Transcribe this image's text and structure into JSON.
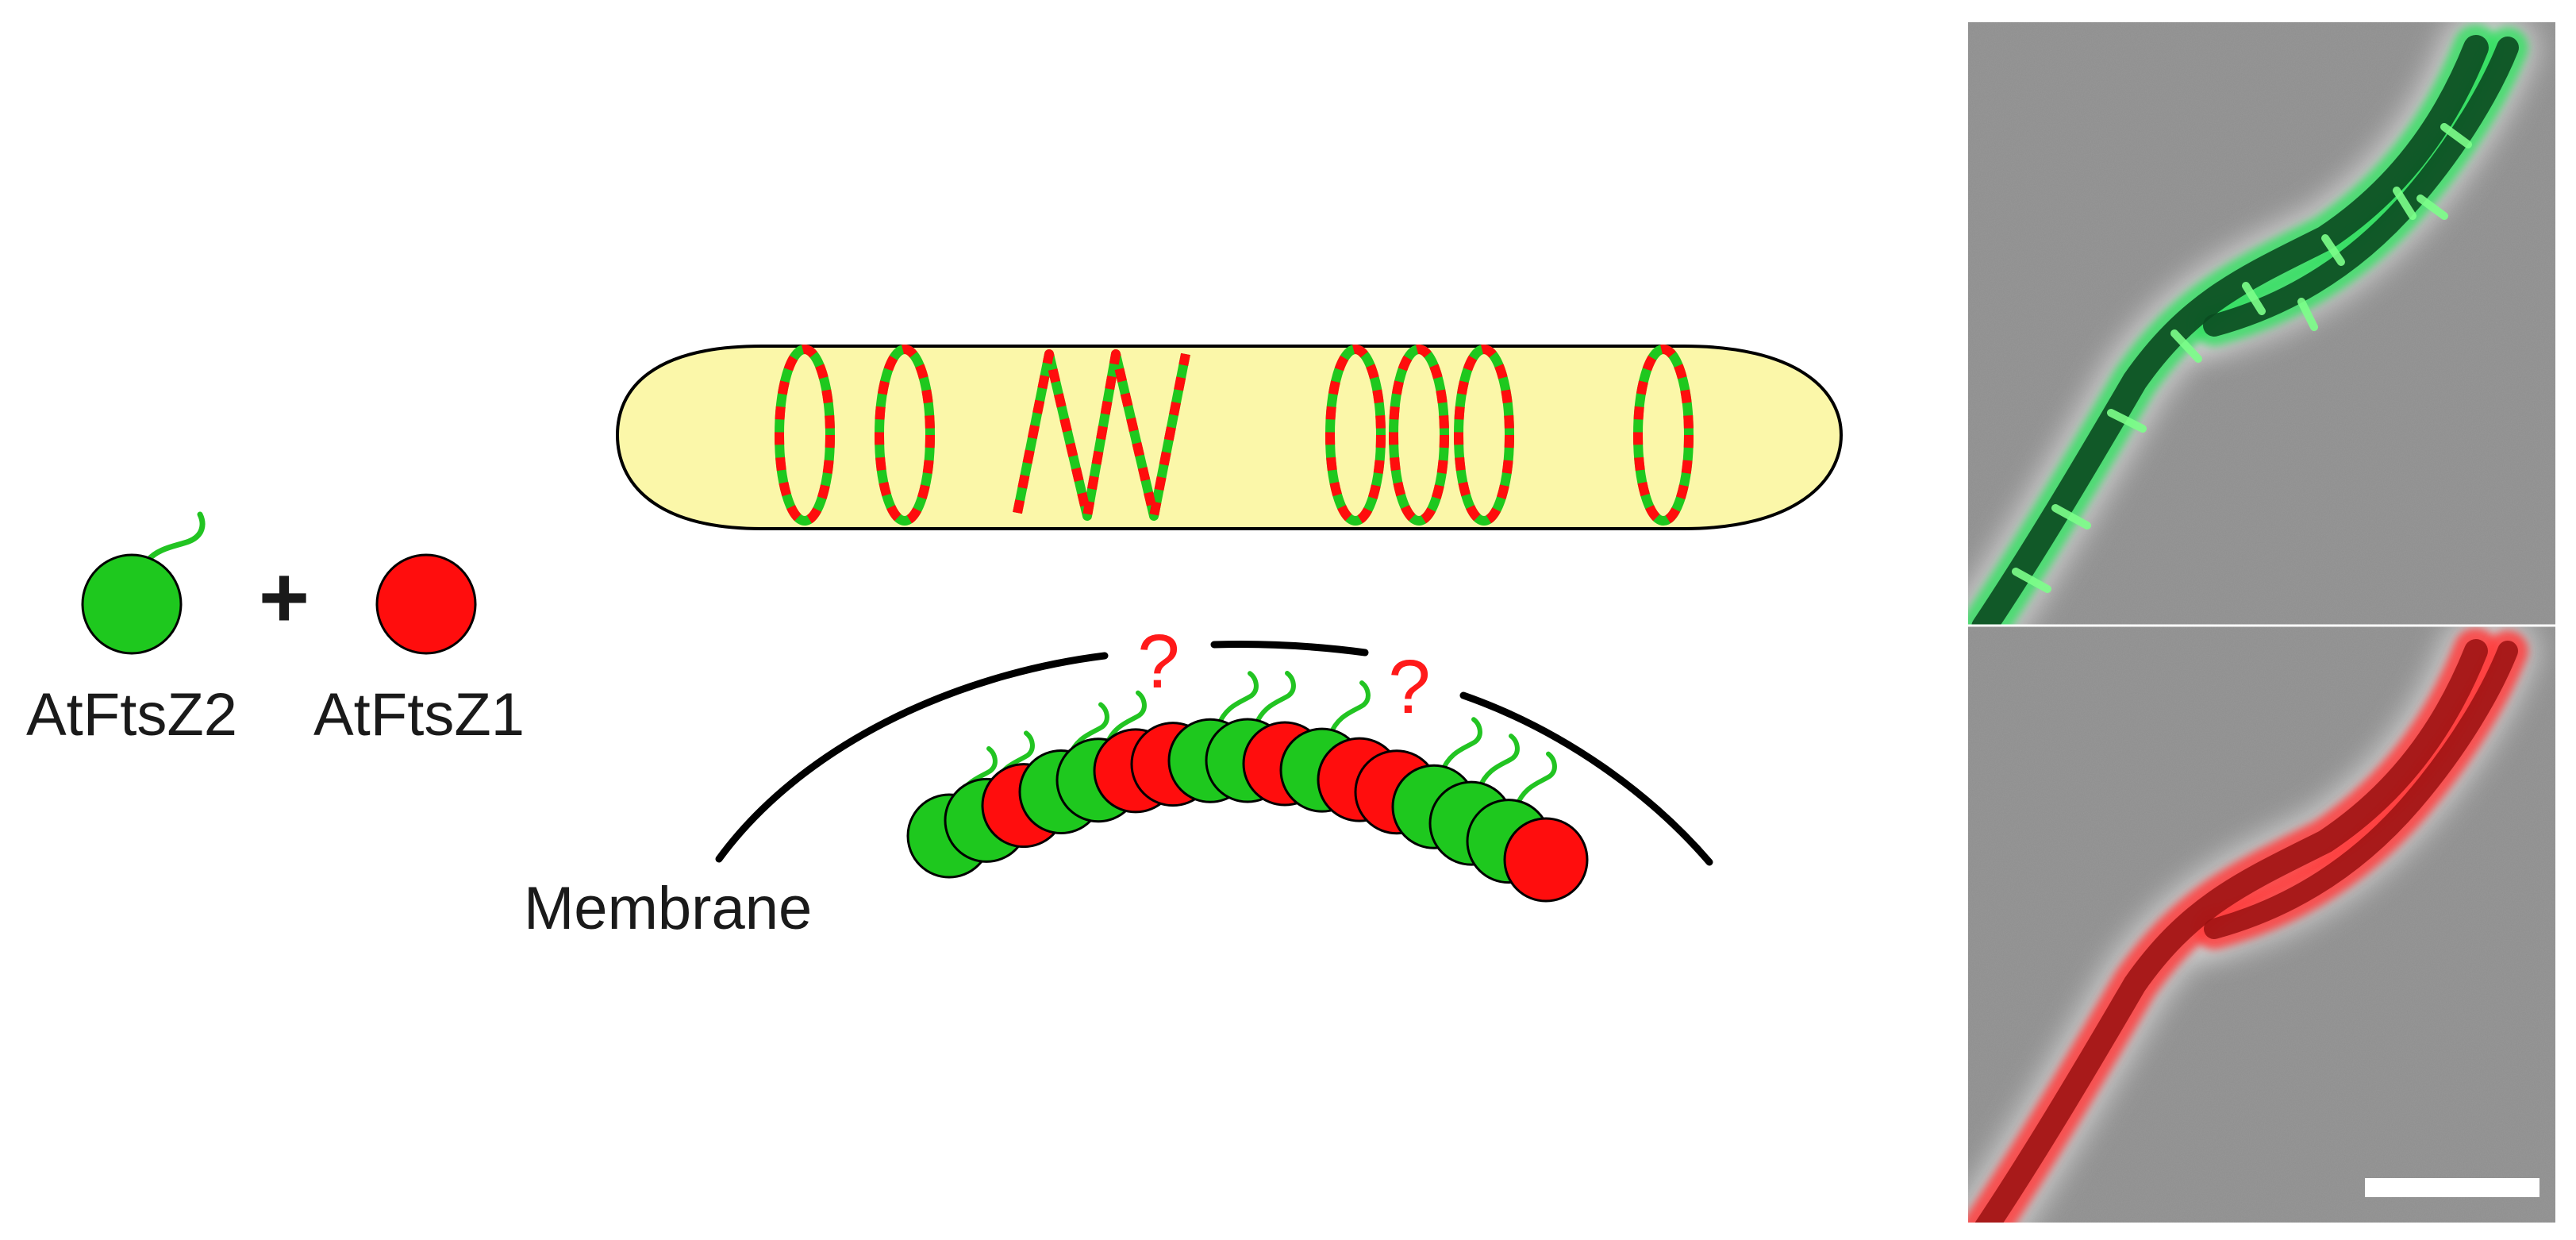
{
  "labels": {
    "protein_a": "AtFtsZ2",
    "protein_b": "AtFtsZ1",
    "plus": "+",
    "membrane": "Membrane",
    "question": "?"
  },
  "colors": {
    "ftsz2_green": "#1ec81e",
    "ftsz1_red": "#ff0d0d",
    "tail_green": "#22c422",
    "cell_fill": "#fbf7a9",
    "outline": "#000000",
    "question_red": "#ff1a1a",
    "micrograph_bg": "#8c8c8c"
  },
  "panels": {
    "top_micrograph": "green fluorescence overlay",
    "bottom_micrograph": "red fluorescence overlay",
    "scale_bar": "white bar"
  }
}
